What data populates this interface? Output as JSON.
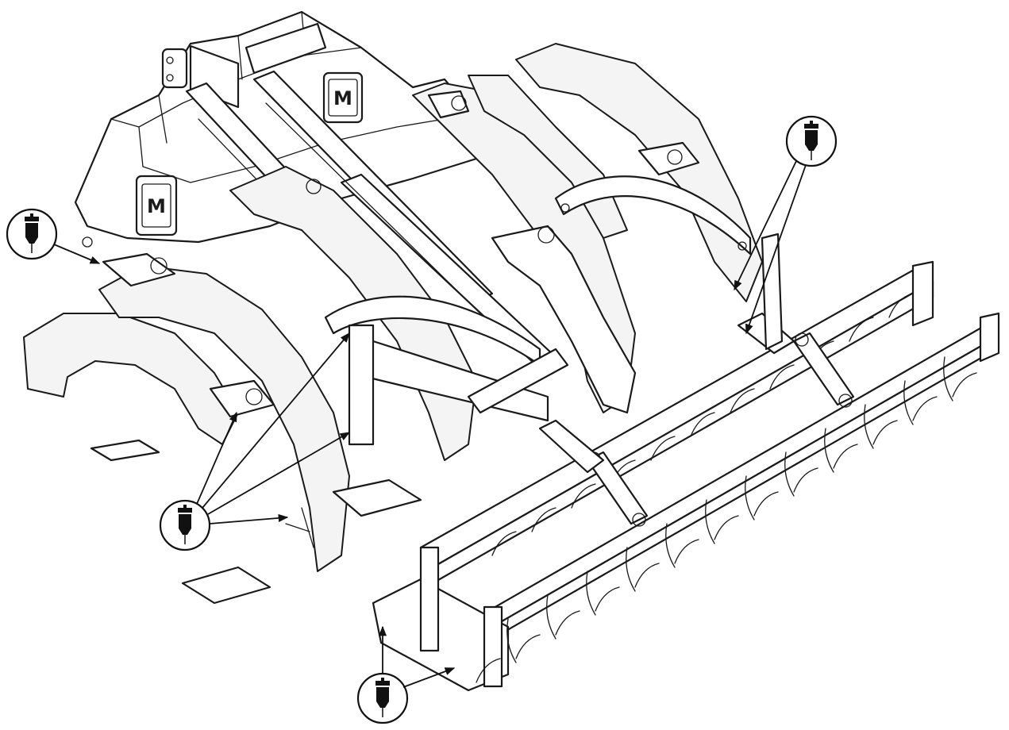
{
  "diagram": {
    "subject": "cultivator-with-packer-roller",
    "colors": {
      "line": "#1a1a1a",
      "background": "#ffffff"
    },
    "callouts": [
      {
        "id": "grease-left",
        "icon": "grease-gun-icon",
        "targets": 1
      },
      {
        "id": "grease-top-right",
        "icon": "grease-gun-icon",
        "targets": 2
      },
      {
        "id": "grease-center",
        "icon": "grease-gun-icon",
        "targets": 4
      },
      {
        "id": "grease-bottom",
        "icon": "grease-gun-icon",
        "targets": 2
      }
    ]
  }
}
